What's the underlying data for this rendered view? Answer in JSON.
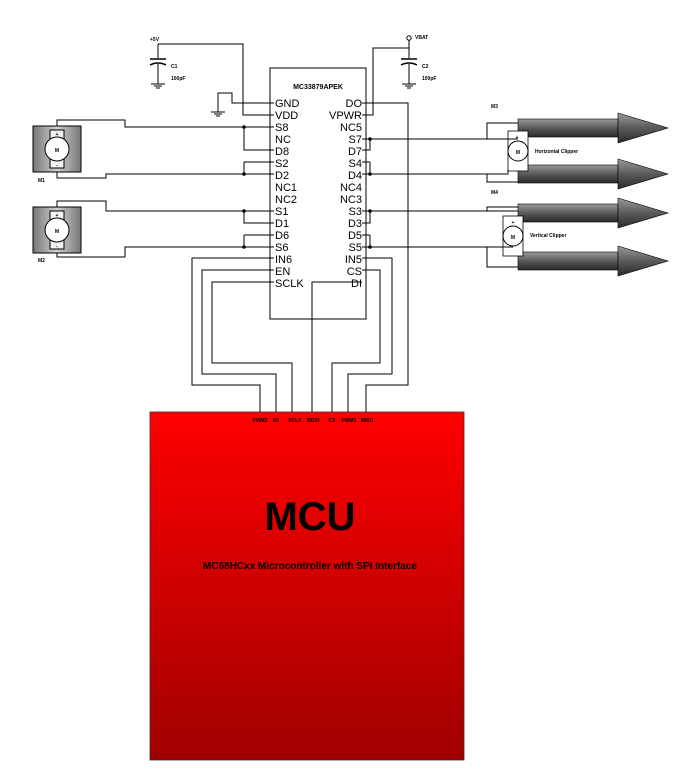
{
  "ic": {
    "name": "MC33879APEK",
    "left_pins": [
      "GND",
      "VDD",
      "S8",
      "NC",
      "D8",
      "S2",
      "D2",
      "NC1",
      "NC2",
      "S1",
      "D1",
      "D6",
      "S6",
      "IN6",
      "EN",
      "SCLK"
    ],
    "right_pins": [
      "DO",
      "VPWR",
      "NC5",
      "S7",
      "D7",
      "S4",
      "D4",
      "NC4",
      "NC3",
      "S3",
      "D3",
      "D5",
      "S5",
      "IN5",
      "CS",
      "DI"
    ]
  },
  "power": {
    "v5": "+5V",
    "vbat": "VBAT"
  },
  "caps": [
    {
      "name": "C1",
      "value": "100pF"
    },
    {
      "name": "C2",
      "value": "100pF"
    }
  ],
  "motors": [
    {
      "name": "M1",
      "symbol": "M"
    },
    {
      "name": "M2",
      "symbol": "M"
    },
    {
      "name": "M3",
      "symbol": "M",
      "caption": "Horizontal Clipper"
    },
    {
      "name": "M4",
      "symbol": "M",
      "caption": "Vertical Clipper"
    }
  ],
  "polarity": {
    "plus": "+",
    "minus": "-"
  },
  "mcu": {
    "title": "MCU",
    "subtitle": "MC68HCxx Microcontroller with SPI Interface",
    "pins": [
      "PWM2",
      "I/O",
      "SCLK",
      "MOSI",
      "CS",
      "PWM1",
      "MISO"
    ],
    "gradient": [
      "#ff0000",
      "#a00000"
    ]
  }
}
